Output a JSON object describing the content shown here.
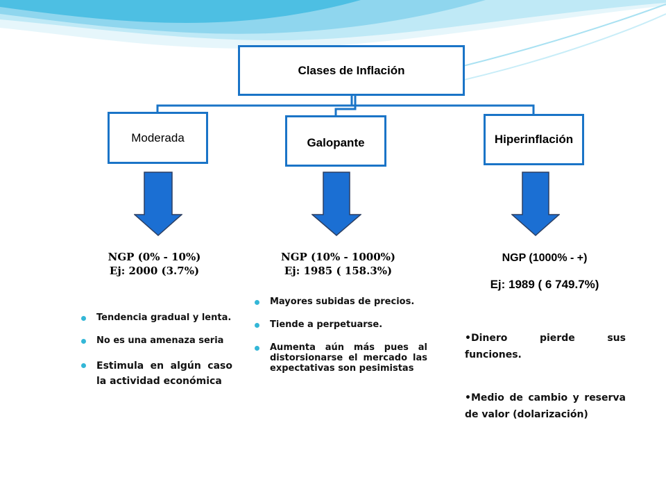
{
  "diagram": {
    "root": "Clases de Inflación",
    "branches": [
      {
        "label": "Moderada",
        "range": "NGP (0% - 10%)",
        "example": "Ej: 2000 (3.7%)",
        "points": [
          "Tendencia gradual y lenta.",
          "No es una amenaza seria",
          "Estimula en algún caso la actividad económica"
        ]
      },
      {
        "label": "Galopante",
        "range": "NGP (10% - 1000%)",
        "example": "Ej: 1985 ( 158.3%)",
        "points": [
          "Mayores subidas de precios.",
          "Tiende a perpetuarse.",
          "Aumenta aún más pues al distorsionarse el mercado las expectativas son pesimistas"
        ]
      },
      {
        "label": "Hiperinflación",
        "range": "NGP (1000% - +)",
        "example": "Ej: 1989 ( 6 749.7%)",
        "points": [
          "•Dinero pierde sus funciones.",
          "•Medio de cambio y reserva de valor (dolarización)"
        ]
      }
    ]
  },
  "colors": {
    "box_border": "#1a74c7",
    "connector": "#1a74c7",
    "arrow_fill": "#1b6fd3",
    "arrow_stroke": "#2c3f62",
    "bullet": "#33b7d7",
    "wave_light": "#cfeef8",
    "wave_mid": "#8fd6ee",
    "wave_dark": "#4dbfe3"
  }
}
